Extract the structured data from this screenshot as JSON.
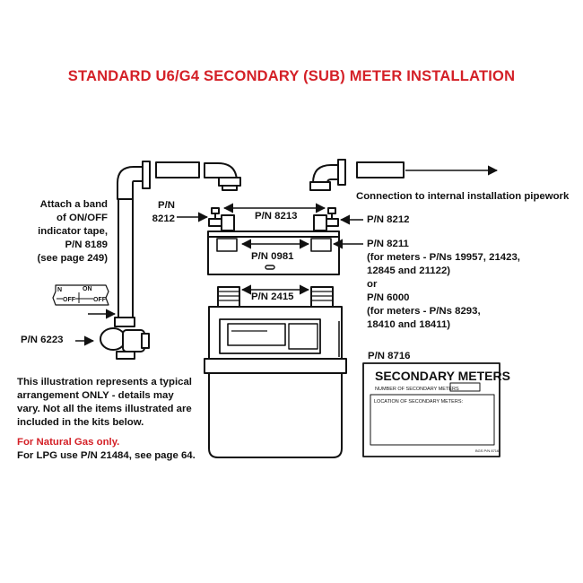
{
  "title": "STANDARD U6/G4 SECONDARY (SUB) METER INSTALLATION",
  "connection_label": "Connection to internal installation pipework",
  "tape_note": [
    "Attach a band",
    "of ON/OFF",
    "indicator tape,",
    "P/N 8189",
    "(see page 249)"
  ],
  "pn_8212_left": [
    "P/N",
    "8212"
  ],
  "pn_8213": "P/N 8213",
  "pn_8212_right": "P/N 8212",
  "pn_0981": "P/N 0981",
  "pn_8211_block": [
    "P/N 8211",
    "(for meters - P/Ns 19957, 21423,",
    "12845 and 21122)",
    "or",
    "P/N 6000",
    "(for meters - P/Ns 8293,",
    "18410 and 18411)"
  ],
  "pn_2415": "P/N 2415",
  "pn_6223": "P/N 6223",
  "pn_8716": "P/N 8716",
  "tape_sample": {
    "on": "ON",
    "off": "OFF",
    "n": "N"
  },
  "notice": {
    "title": "SECONDARY METERS",
    "count_label": "NUMBER OF SECONDARY METERS",
    "location_label": "LOCATION OF SECONDARY METERS:",
    "code": "BGS P/N 8716"
  },
  "disclaimer": [
    "This illustration represents a typical",
    "arrangement ONLY - details may",
    "vary. Not all the items illustrated are",
    "included in the kits below."
  ],
  "natural_gas": "For Natural Gas only.",
  "lpg": "For LPG use P/N 21484, see page 64."
}
